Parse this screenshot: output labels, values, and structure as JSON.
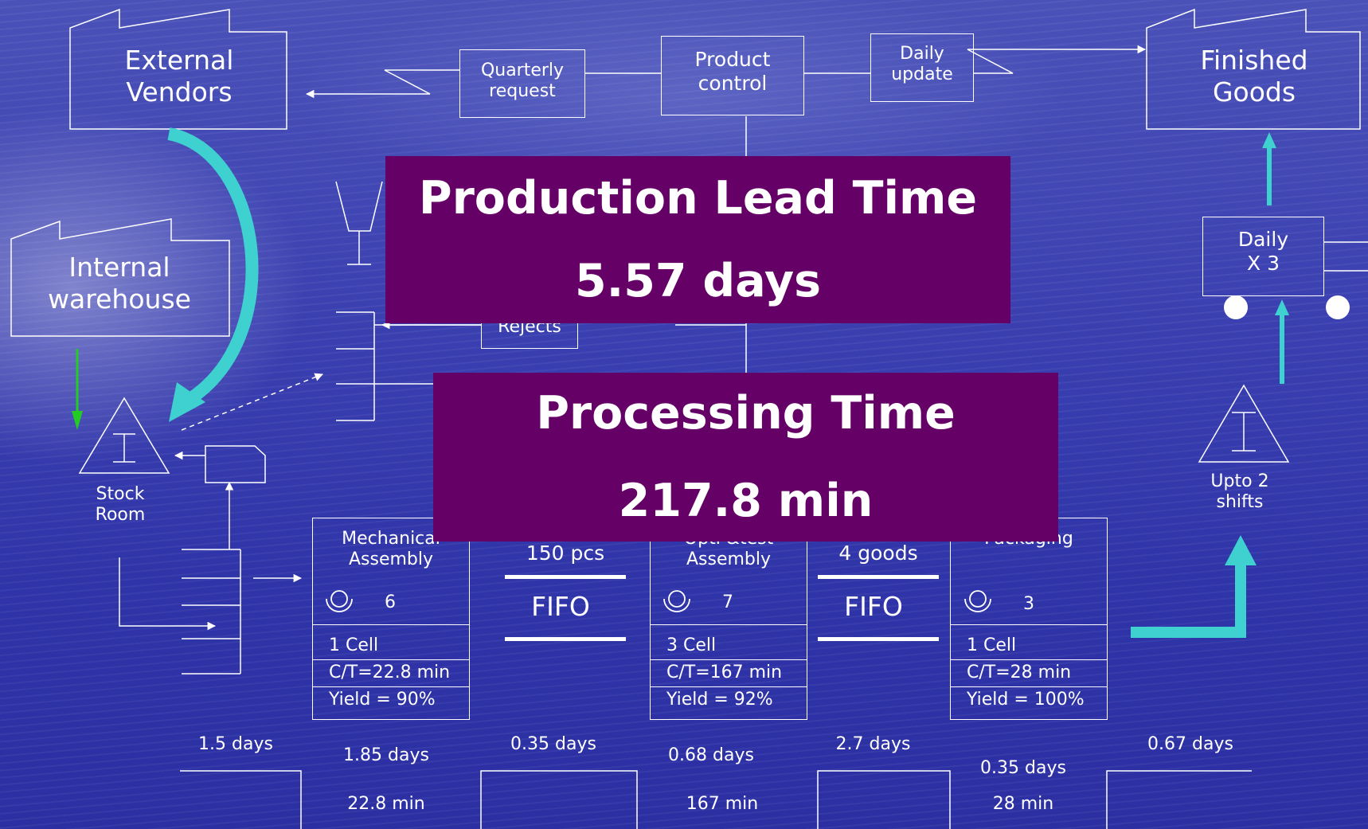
{
  "nodes": {
    "external_vendors": [
      "External",
      "Vendors"
    ],
    "finished_goods": [
      "Finished",
      "Goods"
    ],
    "internal_warehouse": [
      "Internal",
      "warehouse"
    ],
    "quarterly_request": [
      "Quarterly",
      "request"
    ],
    "product_control": [
      "Product",
      "control"
    ],
    "daily_update": [
      "Daily",
      "update"
    ],
    "rejects": "Rejects",
    "stock_room": [
      "Stock",
      "Room"
    ],
    "daily_x3": [
      "Daily",
      "X 3"
    ],
    "upto_2_shifts": [
      "Upto 2",
      "shifts"
    ]
  },
  "processes": [
    {
      "name": [
        "Mechanical",
        "Assembly"
      ],
      "operators": "6",
      "cells": "1 Cell",
      "ct": "C/T=22.8 min",
      "yield": "Yield = 90%"
    },
    {
      "name": [
        "Opti &test",
        "Assembly"
      ],
      "operators": "7",
      "cells": "3 Cell",
      "ct": "C/T=167 min",
      "yield": "Yield = 92%"
    },
    {
      "name": [
        "Packaging",
        ""
      ],
      "operators": "3",
      "cells": "1 Cell",
      "ct": "C/T=28 min",
      "yield": "Yield = 100%"
    }
  ],
  "buffers": [
    {
      "qty": "150 pcs",
      "label": "FIFO"
    },
    {
      "qty": "4 goods",
      "label": "FIFO"
    }
  ],
  "timeline": {
    "waits": [
      "1.5 days",
      "0.35 days",
      "2.7 days",
      "0.67 days"
    ],
    "waits2": [
      "1.85 days",
      "0.68 days",
      "0.35 days"
    ],
    "process_times": [
      "22.8 min",
      "167 min",
      "28 min"
    ]
  },
  "overlays": {
    "lead_time_title": "Production Lead Time",
    "lead_time_value": "5.57 days",
    "processing_title": "Processing Time",
    "processing_value": "217.8 min"
  },
  "colors": {
    "overlay_bg": "#650066",
    "teal_arrow": "#3fd0d0",
    "green_arrow": "#22cc22"
  }
}
